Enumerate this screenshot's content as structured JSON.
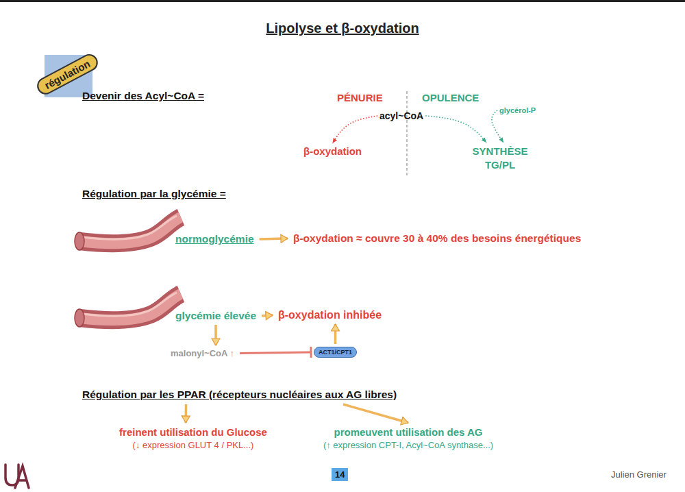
{
  "diagram": {
    "title": "Lipolyse et β-oxydation",
    "nodes": [
      {
        "text": [
          "régulation"
        ]
      },
      {
        "text": [
          "acyl~CoA"
        ]
      },
      {
        "text": [
          "glycérol-P"
        ]
      },
      {
        "text": [
          "β-oxydation"
        ]
      },
      {
        "text": [
          "SYNTHÈSE TG/PL"
        ]
      },
      {
        "text": [
          "normoglycémie"
        ]
      },
      {
        "text": [
          "β-oxydation ≈ couvre 30 à 40% des besoins énergétiques"
        ]
      },
      {
        "text": [
          "glycémie élevée"
        ]
      },
      {
        "text": [
          "β-oxydation inhibée"
        ]
      },
      {
        "text": [
          "malonyl~CoA ↑"
        ]
      },
      {
        "text": [
          "ACT1/CPT1"
        ]
      },
      {
        "text": [
          "Régulation par les PPAR (récepteurs nucléaires aux AG libres)"
        ]
      },
      {
        "text": [
          "freinent utilisation du Glucose",
          "(↓ expression GLUT 4 / PKL...)"
        ]
      },
      {
        "text": [
          "promeuvent utilisation des AG",
          "(↑ expression CPT-I, Acyl~CoA synthase...)"
        ]
      },
      {
        "text": [
          "14"
        ]
      }
    ],
    "edges": [
      {
        "from": 1,
        "to": 3,
        "arrow": "to"
      },
      {
        "from": 1,
        "to": 4,
        "arrow": "to"
      },
      {
        "from": 2,
        "to": 4,
        "arrow": "to"
      },
      {
        "from": 5,
        "to": 6,
        "arrow": "to"
      },
      {
        "from": 7,
        "to": 8,
        "arrow": "to"
      },
      {
        "from": 7,
        "to": 9,
        "arrow": "to"
      },
      {
        "from": 9,
        "to": 10,
        "arrow": "to"
      },
      {
        "from": 10,
        "to": 8,
        "arrow": "to"
      },
      {
        "from": 11,
        "to": 12,
        "arrow": "to"
      },
      {
        "from": 11,
        "to": 13,
        "arrow": "to"
      }
    ],
    "labels": [
      "Devenir des Acyl~CoA =",
      "PÉNURIE",
      "OPULENCE",
      "Régulation par la glycémie =",
      "Julien Grenier"
    ]
  }
}
